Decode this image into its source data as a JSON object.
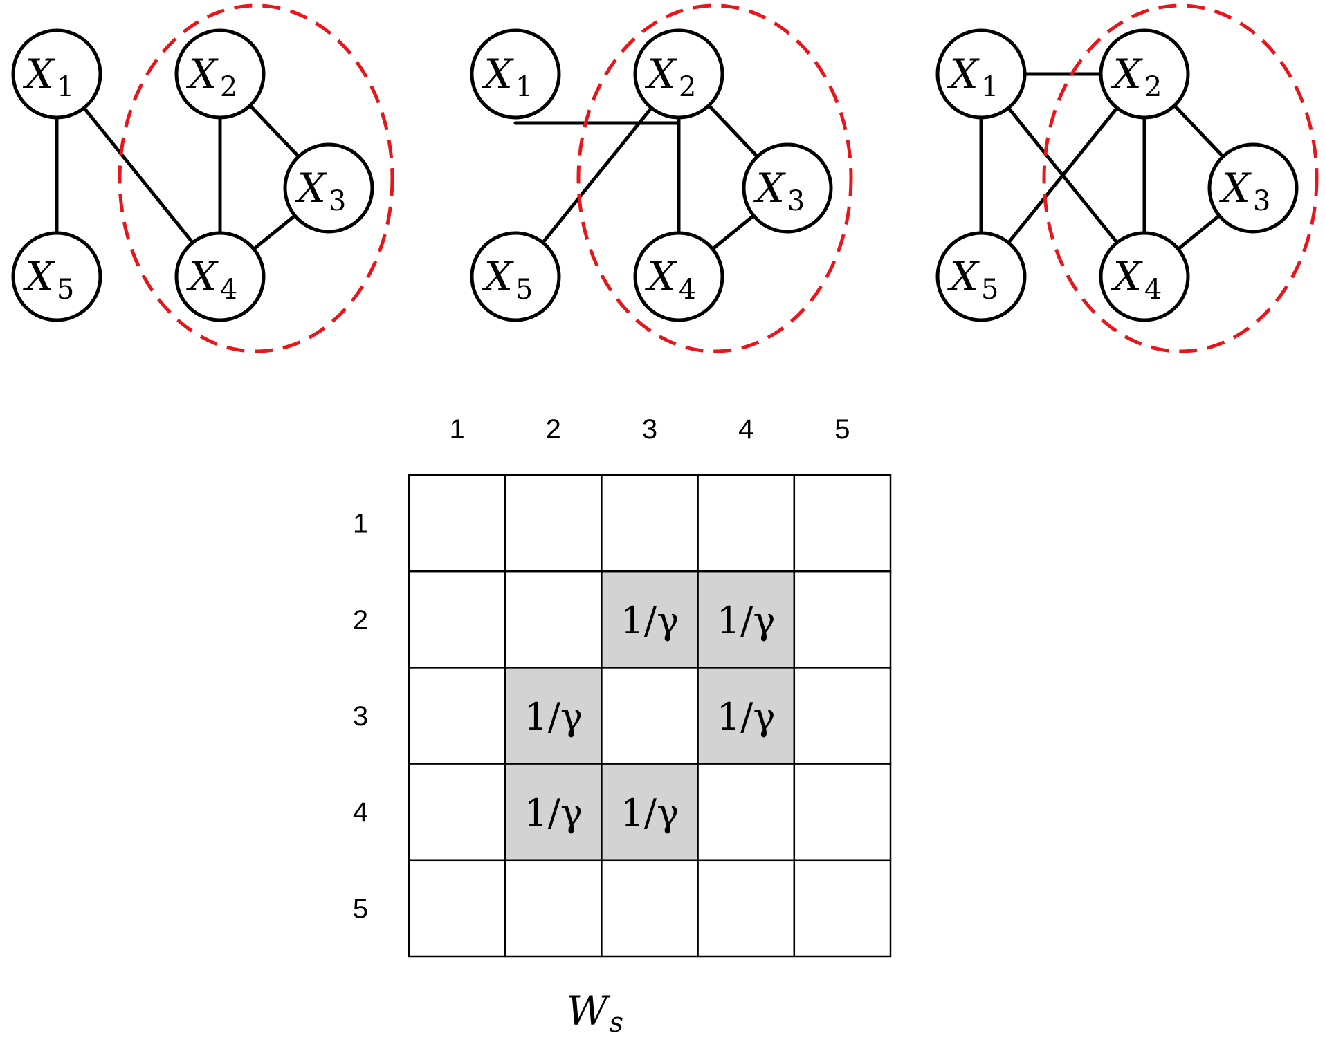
{
  "graphs": [
    {
      "nodes": [
        {
          "id": 1,
          "base": "X",
          "sub": "1"
        },
        {
          "id": 2,
          "base": "X",
          "sub": "2"
        },
        {
          "id": 3,
          "base": "X",
          "sub": "3"
        },
        {
          "id": 4,
          "base": "X",
          "sub": "4"
        },
        {
          "id": 5,
          "base": "X",
          "sub": "5"
        }
      ],
      "edges": [
        [
          1,
          5
        ],
        [
          1,
          4
        ],
        [
          2,
          4
        ],
        [
          2,
          3
        ],
        [
          3,
          4
        ]
      ],
      "cluster": [
        2,
        3,
        4
      ]
    },
    {
      "nodes": [
        {
          "id": 1,
          "base": "X",
          "sub": "1"
        },
        {
          "id": 2,
          "base": "X",
          "sub": "2"
        },
        {
          "id": 3,
          "base": "X",
          "sub": "3"
        },
        {
          "id": 4,
          "base": "X",
          "sub": "4"
        },
        {
          "id": 5,
          "base": "X",
          "sub": "5"
        }
      ],
      "edges": [
        [
          1,
          2
        ],
        [
          2,
          5
        ],
        [
          2,
          4
        ],
        [
          2,
          3
        ],
        [
          3,
          4
        ]
      ],
      "cluster": [
        2,
        3,
        4
      ]
    },
    {
      "nodes": [
        {
          "id": 1,
          "base": "X",
          "sub": "1"
        },
        {
          "id": 2,
          "base": "X",
          "sub": "2"
        },
        {
          "id": 3,
          "base": "X",
          "sub": "3"
        },
        {
          "id": 4,
          "base": "X",
          "sub": "4"
        },
        {
          "id": 5,
          "base": "X",
          "sub": "5"
        }
      ],
      "edges": [
        [
          1,
          2
        ],
        [
          1,
          5
        ],
        [
          1,
          4
        ],
        [
          5,
          2
        ],
        [
          2,
          4
        ],
        [
          2,
          3
        ],
        [
          3,
          4
        ]
      ],
      "cluster": [
        2,
        3,
        4
      ]
    }
  ],
  "matrix": {
    "title": {
      "base": "W",
      "sub": "s"
    },
    "column_labels": [
      "1",
      "2",
      "3",
      "4",
      "5"
    ],
    "row_labels": [
      "1",
      "2",
      "3",
      "4",
      "5"
    ],
    "cells": [
      [
        "",
        "",
        "",
        "",
        ""
      ],
      [
        "",
        "",
        "1/γ",
        "1/γ",
        ""
      ],
      [
        "",
        "1/γ",
        "",
        "1/γ",
        ""
      ],
      [
        "",
        "1/γ",
        "1/γ",
        "",
        ""
      ],
      [
        "",
        "",
        "",
        "",
        ""
      ]
    ]
  },
  "colors": {
    "cluster_outline": "#e8161b",
    "shaded_cell": "#d3d3d3",
    "stroke": "#000000"
  }
}
